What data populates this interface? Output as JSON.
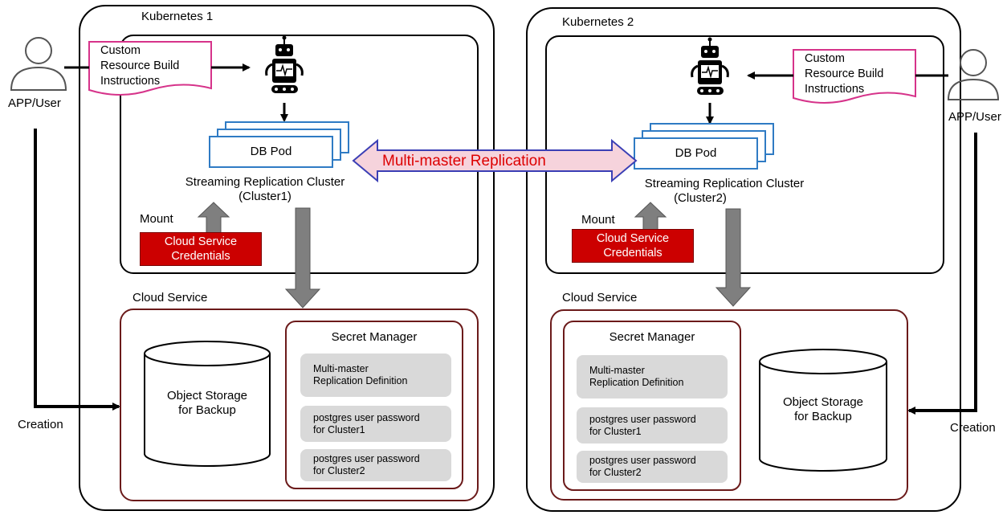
{
  "colors": {
    "cloud_border": "#6b1a1a",
    "credential_red": "#cc0000",
    "pod_blue": "#2f7bc4",
    "replication_text": "#dd0000",
    "replication_fill": "#f6d3dc",
    "doc_border": "#d6338a",
    "grey_arrow": "#7f7f7f"
  },
  "left": {
    "cluster_title": "Kubernetes 1",
    "user_label": "APP/User",
    "doc_text": [
      "Custom",
      "Resource Build",
      "Instructions"
    ],
    "db_pod": "DB Pod",
    "src_title": "Streaming Replication Cluster",
    "src_sub": "(Cluster1)",
    "mount": "Mount",
    "credentials": [
      "Cloud Service",
      "Credentials"
    ],
    "cloud_service": "Cloud Service",
    "object_storage": [
      "Object Storage",
      "for Backup"
    ],
    "secret_manager": "Secret Manager",
    "secrets": [
      [
        "Multi-master",
        "Replication Definition"
      ],
      [
        "postgres user password",
        "for Cluster1"
      ],
      [
        "postgres user password",
        "for Cluster2"
      ]
    ],
    "creation": "Creation"
  },
  "right": {
    "cluster_title": "Kubernetes 2",
    "user_label": "APP/User",
    "doc_text": [
      "Custom",
      "Resource Build",
      "Instructions"
    ],
    "db_pod": "DB Pod",
    "src_title": "Streaming Replication Cluster",
    "src_sub": "(Cluster2)",
    "mount": "Mount",
    "credentials": [
      "Cloud Service",
      "Credentials"
    ],
    "cloud_service": "Cloud Service",
    "object_storage": [
      "Object Storage",
      "for Backup"
    ],
    "secret_manager": "Secret Manager",
    "secrets": [
      [
        "Multi-master",
        "Replication Definition"
      ],
      [
        "postgres user password",
        "for Cluster1"
      ],
      [
        "postgres user password",
        "for Cluster2"
      ]
    ],
    "creation": "Creation"
  },
  "replication_label": "Multi-master Replication",
  "icons": {
    "user": "person-icon",
    "robot": "operator-robot-icon",
    "storage": "database-cylinder-icon",
    "document": "document-icon"
  }
}
